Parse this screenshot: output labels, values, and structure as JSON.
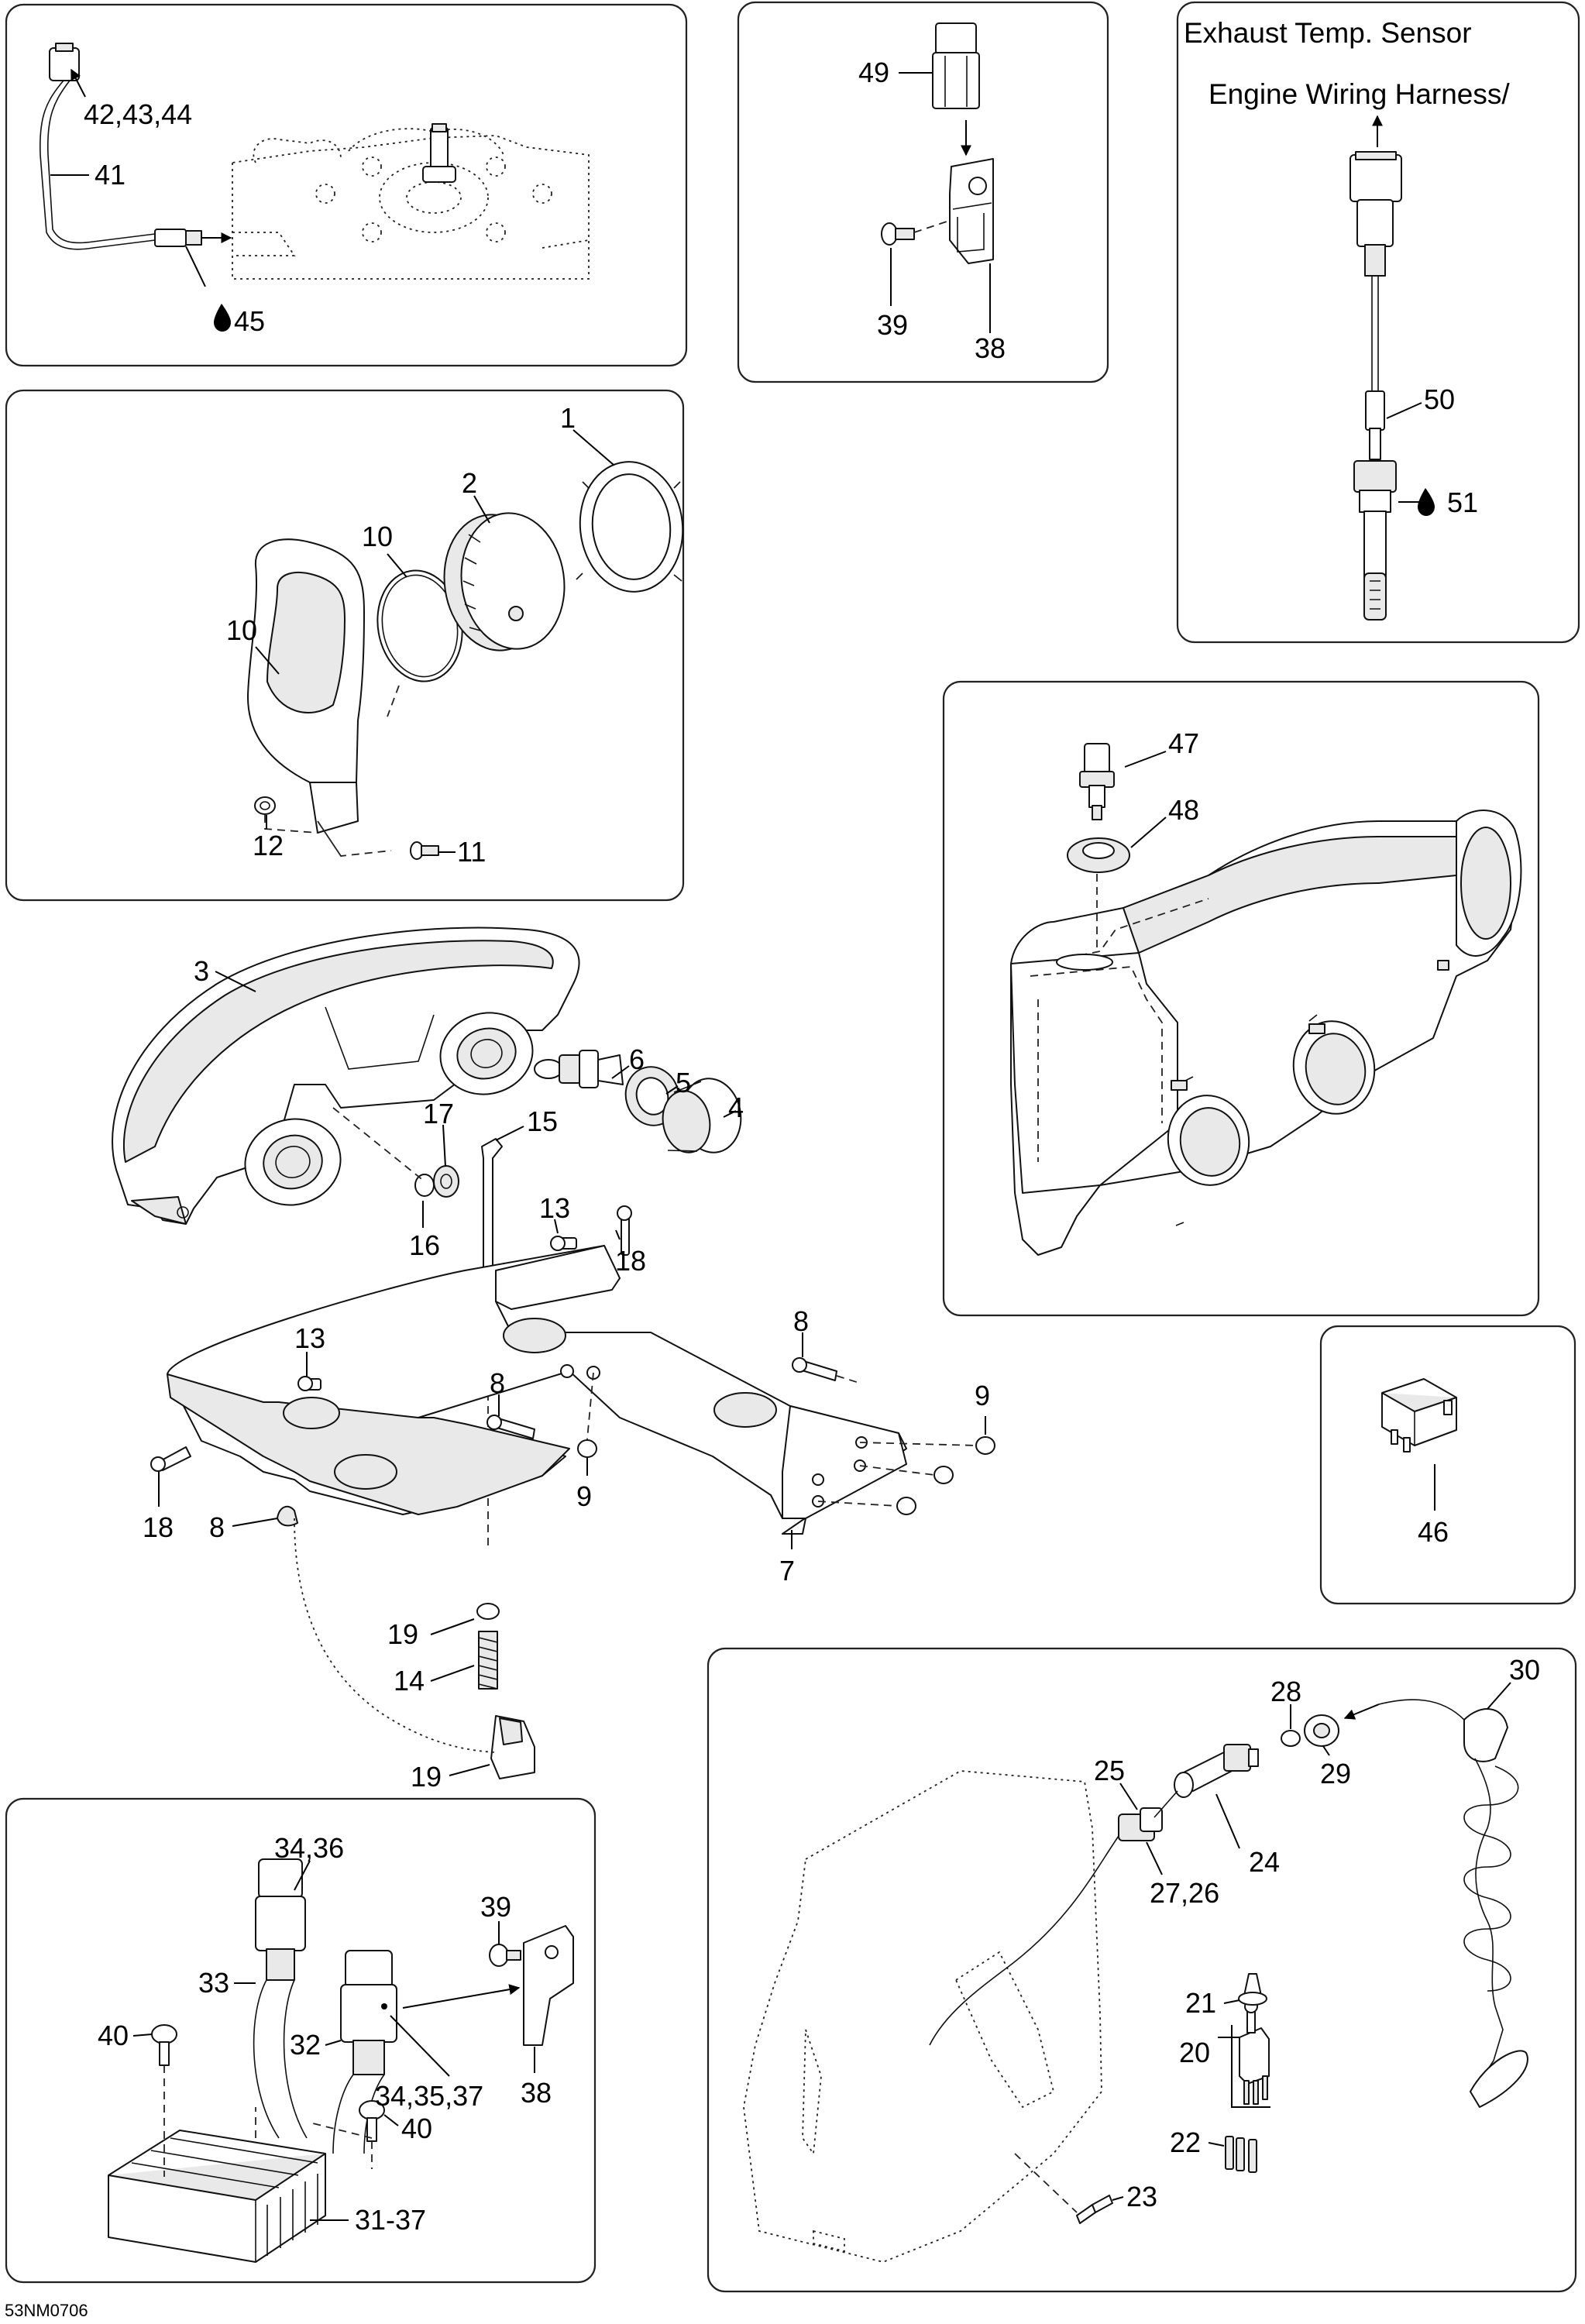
{
  "figure_code": "53NM0706",
  "panel_headings": {
    "exhaust_line1": "Exhaust Temp. Sensor",
    "exhaust_line2": "Engine Wiring Harness/"
  },
  "callouts": {
    "c1": "1",
    "c2": "2",
    "c3": "3",
    "c4": "4",
    "c5": "5",
    "c6": "6",
    "c7": "7",
    "c8a": "8",
    "c8b": "8",
    "c8c": "8",
    "c9a": "9",
    "c9b": "9",
    "c10a": "10",
    "c10b": "10",
    "c11": "11",
    "c12": "12",
    "c13a": "13",
    "c13b": "13",
    "c14": "14",
    "c15": "15",
    "c16": "16",
    "c17": "17",
    "c18a": "18",
    "c18b": "18",
    "c19a": "19",
    "c19b": "19",
    "c20": "20",
    "c21": "21",
    "c22": "22",
    "c23": "23",
    "c24": "24",
    "c25": "25",
    "c27_26": "27,26",
    "c28": "28",
    "c29": "29",
    "c30": "30",
    "c31_37": "31-37",
    "c32": "32",
    "c33": "33",
    "c34_36": "34,36",
    "c34_35_37": "34,35,37",
    "c38a": "38",
    "c38b": "38",
    "c39a": "39",
    "c39b": "39",
    "c40a": "40",
    "c40b": "40",
    "c41": "41",
    "c42_43_44": "42,43,44",
    "c45": "45",
    "c46": "46",
    "c47": "47",
    "c48": "48",
    "c49": "49",
    "c50": "50",
    "c51": "51"
  },
  "icons": {
    "sealant": "sealant-drop-icon"
  }
}
